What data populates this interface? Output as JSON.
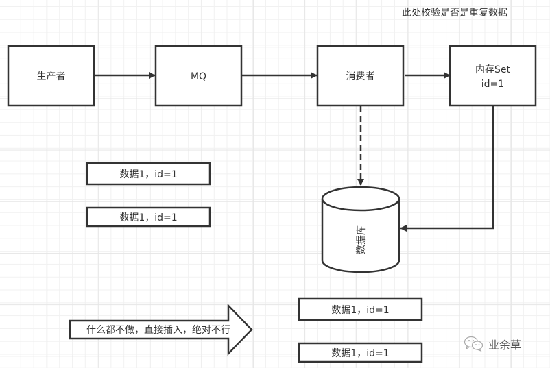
{
  "annotation": {
    "top_note": "此处校验是否是重复数据"
  },
  "nodes": {
    "producer": {
      "label": "生产者"
    },
    "mq": {
      "label": "MQ"
    },
    "consumer": {
      "label": "消费者"
    },
    "memory_set": {
      "line1": "内存Set",
      "line2": "id=1"
    },
    "database": {
      "label": "数据库"
    }
  },
  "data_records": {
    "left": [
      "数据1，id=1",
      "数据1，id=1"
    ],
    "bottom": [
      "数据1，id=1",
      "数据1，id=1"
    ]
  },
  "block_arrow": {
    "label": "什么都不做，直接插入，绝对不行"
  },
  "edges": [
    {
      "from": "producer",
      "to": "mq",
      "style": "solid"
    },
    {
      "from": "mq",
      "to": "consumer",
      "style": "solid"
    },
    {
      "from": "consumer",
      "to": "memory_set",
      "style": "solid"
    },
    {
      "from": "consumer",
      "to": "database",
      "style": "dashed"
    },
    {
      "from": "memory_set",
      "to": "database",
      "style": "solid"
    }
  ],
  "watermark": {
    "icon": "wechat-icon",
    "text": "业余草"
  },
  "colors": {
    "stroke": "#333333",
    "text": "#333333",
    "grid_minor": "#f1f1f1",
    "grid_major": "#e6e6e6"
  }
}
